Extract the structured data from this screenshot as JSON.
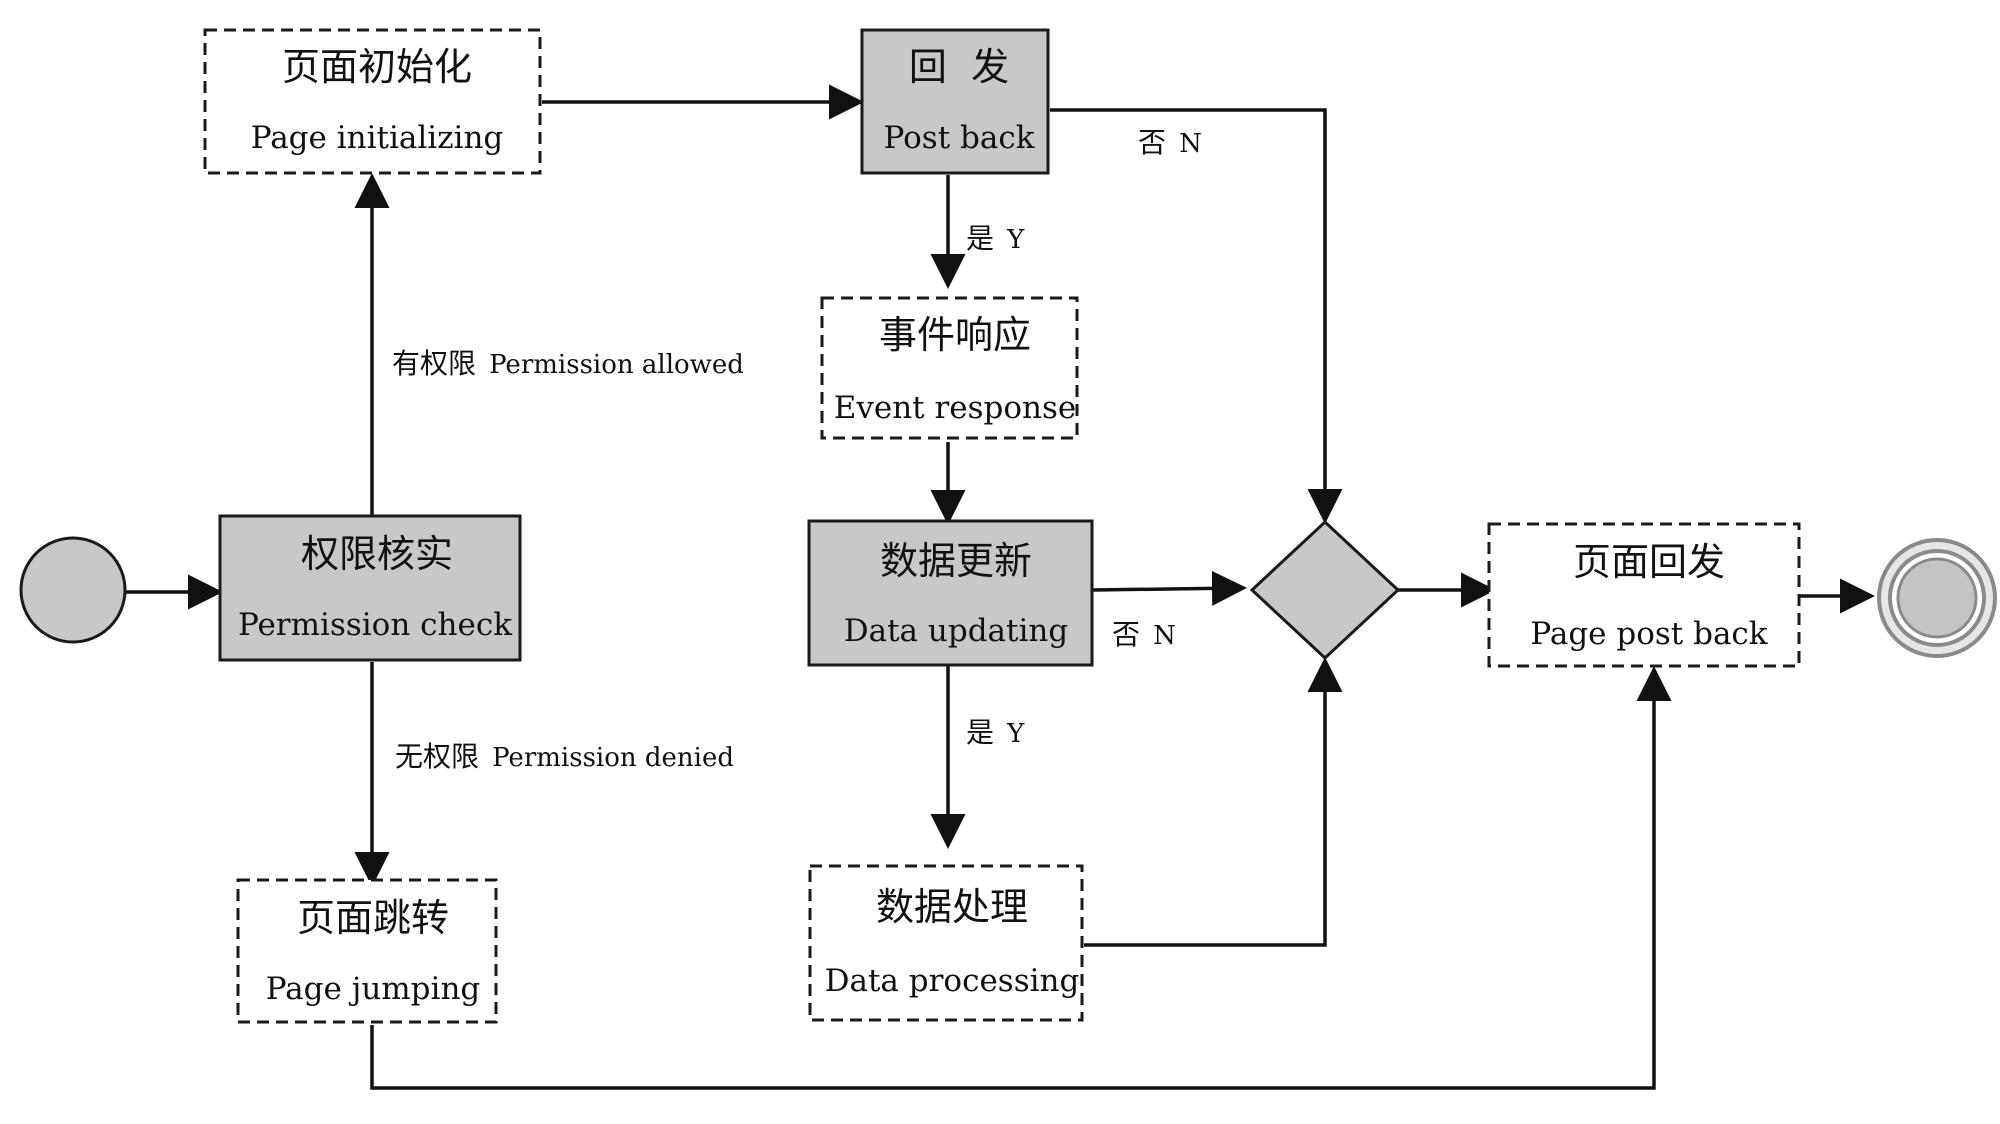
{
  "nodes": {
    "page_init": {
      "zh": "页面初始化",
      "en": "Page initializing"
    },
    "post_back": {
      "zh": "回  发",
      "en": "Post back"
    },
    "event_response": {
      "zh": "事件响应",
      "en": "Event response"
    },
    "permission_check": {
      "zh": "权限核实",
      "en": "Permission check"
    },
    "data_updating": {
      "zh": "数据更新",
      "en": "Data updating"
    },
    "page_post_back": {
      "zh": "页面回发",
      "en": "Page post back"
    },
    "page_jumping": {
      "zh": "页面跳转",
      "en": "Page jumping"
    },
    "data_processing": {
      "zh": "数据处理",
      "en": "Data processing"
    }
  },
  "edge_labels": {
    "permission_allowed": {
      "zh": "有权限",
      "en": "Permission allowed"
    },
    "permission_denied": {
      "zh": "无权限",
      "en": "Permission denied"
    },
    "post_back_yes": {
      "zh": "是",
      "en": "Y"
    },
    "post_back_no": {
      "zh": "否",
      "en": "N"
    },
    "update_yes": {
      "zh": "是",
      "en": "Y"
    },
    "update_no": {
      "zh": "否",
      "en": "N"
    }
  },
  "colors": {
    "solid_fill": "#c8c8c8",
    "stroke": "#1a1a1a"
  }
}
